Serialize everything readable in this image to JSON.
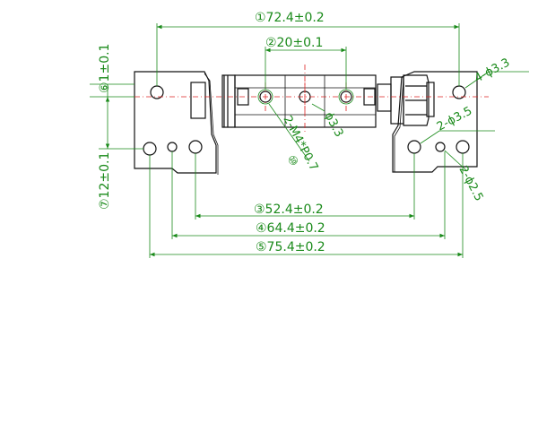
{
  "dimensions": {
    "d1_overall_hole_span": "①72.4±0.2",
    "d2_pin_hole_spacing": "②20±0.1",
    "d3_inner_hole_span": "③52.4±0.2",
    "d4_mid_span": "④64.4±0.2",
    "d5_overall_length": "⑤75.4±0.2",
    "d6_top_offset": "⑥1±0.1",
    "d7_hole_height": "⑦12±0.1",
    "d10_thread": "⑩",
    "thread_callout": "2-M4*P0.7",
    "pin_hole": "ϕ3.3",
    "corner_holes": "4-ϕ3.3",
    "mid_holes": "2-ϕ3.5",
    "small_holes": "2-ϕ2.5"
  },
  "colors": {
    "dimension": "#1a8a1a",
    "outline": "#111111",
    "centerline": "#dd2222"
  }
}
